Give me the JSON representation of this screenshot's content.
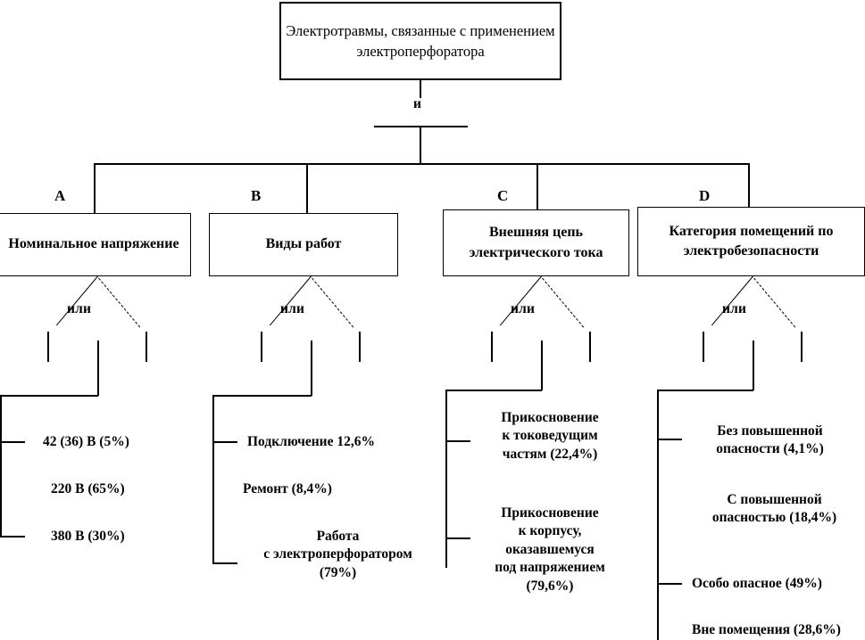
{
  "diagram": {
    "type": "fault-tree",
    "top_event": "Электротравмы,\nсвязанные с применением\nэлектроперфоратора",
    "root_gate": "и",
    "branch_gate": "или",
    "branches": [
      {
        "letter": "A",
        "title": "Номинальное\nнапряжение",
        "gate": "или",
        "leaves": [
          "42 (36) В (5%)",
          "220 В (65%)",
          "380 В (30%)"
        ]
      },
      {
        "letter": "B",
        "title": "Виды работ",
        "gate": "или",
        "leaves": [
          "Подключение 12,6%",
          "Ремонт (8,4%)",
          "Работа\nс электроперфоратором\n(79%)"
        ]
      },
      {
        "letter": "C",
        "title": "Внешняя цепь\nэлектрического тока",
        "gate": "или",
        "leaves": [
          "Прикосновение\nк токоведущим\nчастям (22,4%)",
          "Прикосновение\nк корпусу,\nоказавшемуся\nпод напряжением\n(79,6%)"
        ]
      },
      {
        "letter": "D",
        "title": "Категория помещений\nпо электробезопасности",
        "gate": "или",
        "leaves": [
          "Без повышенной\nопасности (4,1%)",
          "С повышенной\nопасностью (18,4%)",
          "Особо опасное (49%)",
          "Вне помещения (28,6%)"
        ]
      }
    ]
  },
  "colors": {
    "line": "#000000",
    "background": "#ffffff",
    "text": "#000000"
  }
}
